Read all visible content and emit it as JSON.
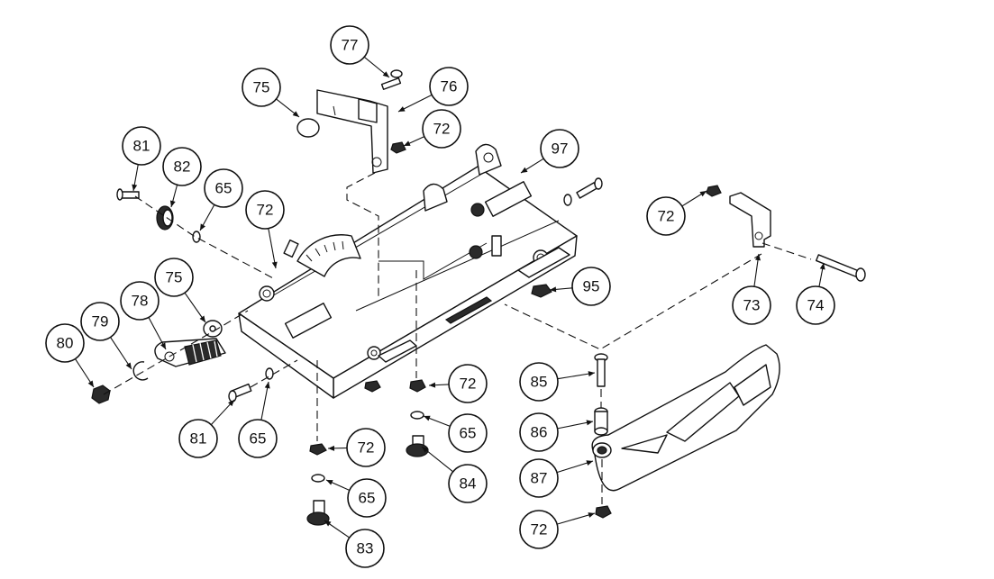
{
  "callouts": [
    {
      "id": "c77a",
      "label": "77"
    },
    {
      "id": "c75a",
      "label": "75"
    },
    {
      "id": "c76",
      "label": "76"
    },
    {
      "id": "c72a",
      "label": "72"
    },
    {
      "id": "c81a",
      "label": "81"
    },
    {
      "id": "c82",
      "label": "82"
    },
    {
      "id": "c65a",
      "label": "65"
    },
    {
      "id": "c72b",
      "label": "72"
    },
    {
      "id": "c97",
      "label": "97"
    },
    {
      "id": "c72c",
      "label": "72"
    },
    {
      "id": "c75b",
      "label": "75"
    },
    {
      "id": "c78",
      "label": "78"
    },
    {
      "id": "c79",
      "label": "79"
    },
    {
      "id": "c80",
      "label": "80"
    },
    {
      "id": "c95",
      "label": "95"
    },
    {
      "id": "c73",
      "label": "73"
    },
    {
      "id": "c74",
      "label": "74"
    },
    {
      "id": "c81b",
      "label": "81"
    },
    {
      "id": "c65b",
      "label": "65"
    },
    {
      "id": "c72d",
      "label": "72"
    },
    {
      "id": "c65c",
      "label": "65"
    },
    {
      "id": "c84",
      "label": "84"
    },
    {
      "id": "c72e",
      "label": "72"
    },
    {
      "id": "c65d",
      "label": "65"
    },
    {
      "id": "c83",
      "label": "83"
    },
    {
      "id": "c85",
      "label": "85"
    },
    {
      "id": "c86",
      "label": "86"
    },
    {
      "id": "c87",
      "label": "87"
    },
    {
      "id": "c72f",
      "label": "72"
    }
  ]
}
